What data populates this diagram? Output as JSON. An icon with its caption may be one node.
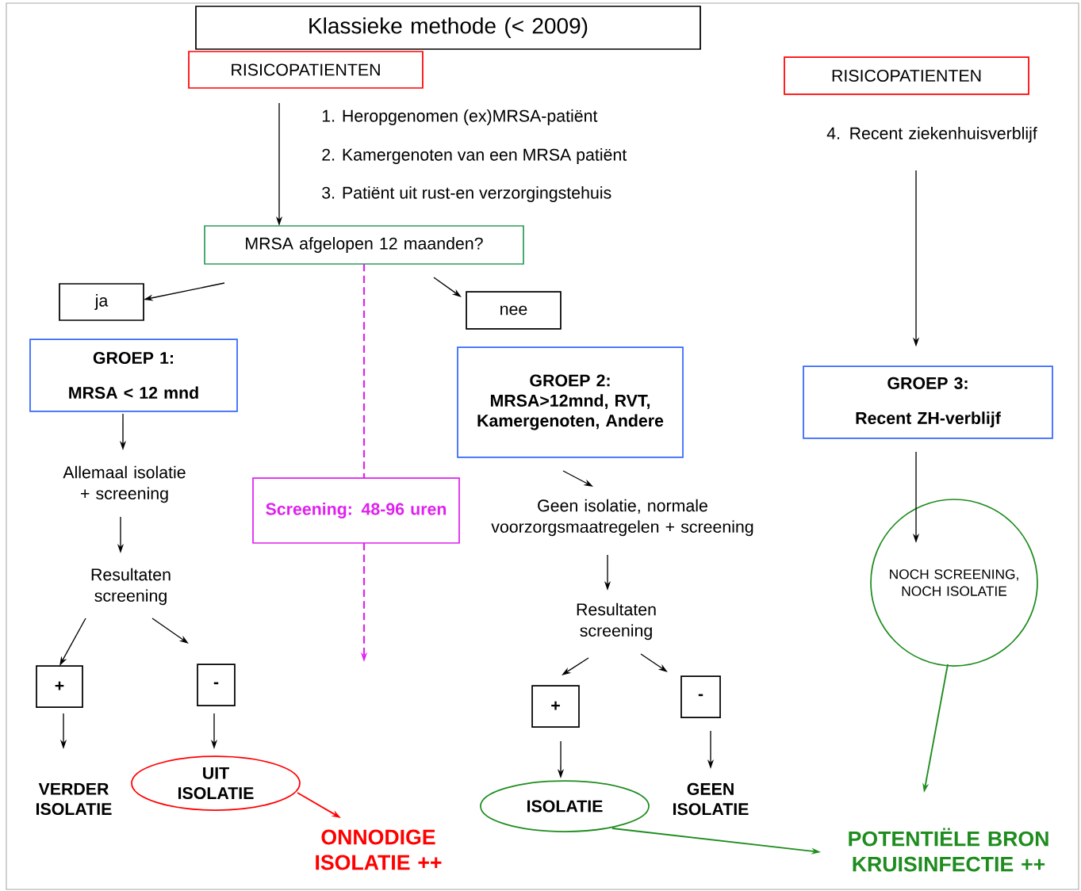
{
  "diagram": {
    "nodes": [
      {
        "text": [
          "Klassieke methode (< 2009)"
        ]
      },
      {
        "text": [
          "RISICOPATIENTEN"
        ]
      },
      {
        "text": [
          "RISICOPATIENTEN"
        ]
      },
      {
        "text": [
          "4. Recent ziekenhuisverblijf"
        ]
      },
      {
        "text": [
          "MRSA afgelopen 12 maanden?"
        ]
      },
      {
        "text": [
          "ja"
        ]
      },
      {
        "text": [
          "nee"
        ]
      },
      {
        "text": [
          "GROEP 1:",
          "MRSA < 12 mnd"
        ]
      },
      {
        "text": [
          "GROEP 2:",
          "MRSA>12mnd, RVT, Kamergenoten, Andere"
        ]
      },
      {
        "text": [
          "GROEP 3:",
          "Recent ZH-verblijf"
        ]
      },
      {
        "text": [
          "Allemaal isolatie + screening"
        ]
      },
      {
        "text": [
          "Screening: 48-96 uren"
        ]
      },
      {
        "text": [
          "Geen isolatie, normale voorzorgsmaatregelen + screening"
        ]
      },
      {
        "text": [
          "NOCH SCREENING, NOCH ISOLATIE"
        ]
      },
      {
        "text": [
          "Resultaten screening"
        ]
      },
      {
        "text": [
          "Resultaten screening"
        ]
      },
      {
        "text": [
          "+"
        ]
      },
      {
        "text": [
          "-"
        ]
      },
      {
        "text": [
          "+"
        ]
      },
      {
        "text": [
          "-"
        ]
      },
      {
        "text": [
          "VERDER ISOLATIE"
        ]
      },
      {
        "text": [
          "UIT ISOLATIE"
        ]
      },
      {
        "text": [
          "ISOLATIE"
        ]
      },
      {
        "text": [
          "GEEN ISOLATIE"
        ]
      },
      {
        "text": [
          "ONNODIGE ISOLATIE ++"
        ]
      },
      {
        "text": [
          "POTENTIËLE BRON KRUISINFECTIE ++"
        ]
      }
    ],
    "edges": [
      {
        "from": 1,
        "to": 4,
        "arrow": "to"
      },
      {
        "from": 3,
        "to": 9,
        "arrow": "to"
      },
      {
        "from": 4,
        "to": 5,
        "arrow": "to"
      },
      {
        "from": 4,
        "to": 6,
        "arrow": "to"
      },
      {
        "from": 4,
        "to": 11,
        "arrow": "none",
        "style": "dashed",
        "color": "#e020f0"
      },
      {
        "from": 11,
        "to": null,
        "arrow": "to",
        "style": "dashed",
        "color": "#e020f0"
      },
      {
        "from": 7,
        "to": 10,
        "arrow": "to"
      },
      {
        "from": 8,
        "to": 12,
        "arrow": "to"
      },
      {
        "from": 9,
        "to": 13,
        "arrow": "to"
      },
      {
        "from": 10,
        "to": 14,
        "arrow": "to"
      },
      {
        "from": 12,
        "to": 15,
        "arrow": "to"
      },
      {
        "from": 14,
        "to": 16,
        "arrow": "to"
      },
      {
        "from": 14,
        "to": 17,
        "arrow": "to"
      },
      {
        "from": 15,
        "to": 18,
        "arrow": "to"
      },
      {
        "from": 15,
        "to": 19,
        "arrow": "to"
      },
      {
        "from": 16,
        "to": 20,
        "arrow": "to"
      },
      {
        "from": 17,
        "to": 21,
        "arrow": "to"
      },
      {
        "from": 18,
        "to": 22,
        "arrow": "to"
      },
      {
        "from": 19,
        "to": 23,
        "arrow": "to"
      },
      {
        "from": 21,
        "to": 24,
        "arrow": "to",
        "color": "#ff0000"
      },
      {
        "from": 22,
        "to": 25,
        "arrow": "to",
        "color": "#1e8c1e"
      },
      {
        "from": 13,
        "to": 25,
        "arrow": "to",
        "color": "#1e8c1e"
      }
    ],
    "labels": [
      "1. Heropgenomen (ex)MRSA-patiënt",
      "2. Kamergenoten van een MRSA patiënt",
      "3. Patiënt uit rust-en verzorgingstehuis"
    ]
  }
}
